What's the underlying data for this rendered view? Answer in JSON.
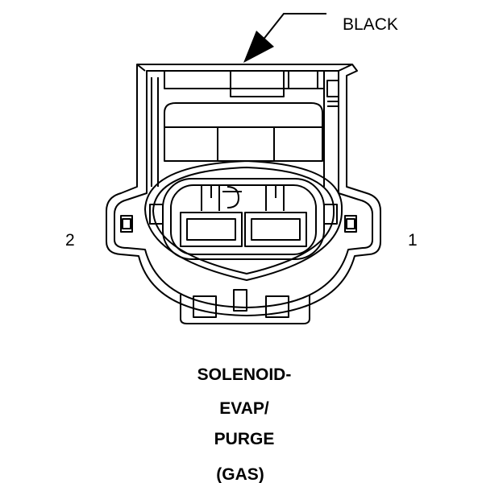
{
  "diagram": {
    "callout_label": "BLACK",
    "pins": [
      {
        "number": "2"
      },
      {
        "number": "1"
      }
    ],
    "title_lines": [
      "SOLENOID-",
      "EVAP/",
      "PURGE",
      "(GAS)"
    ]
  },
  "colors": {
    "line": "#000000",
    "background": "#ffffff"
  }
}
